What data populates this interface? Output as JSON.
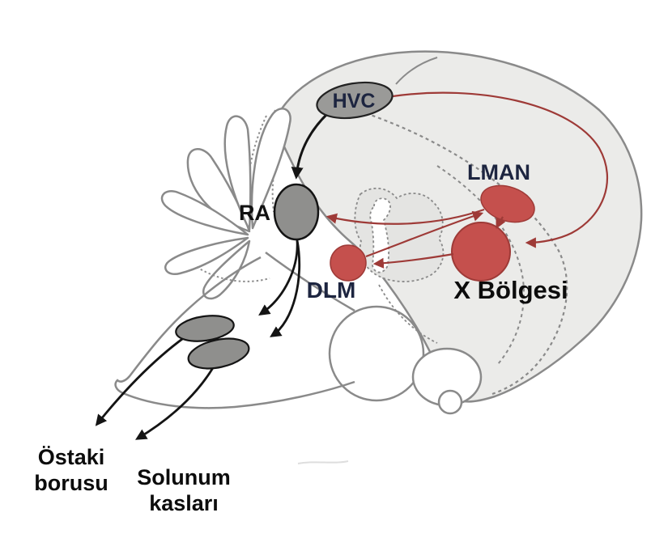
{
  "diagram": {
    "subject": "songbird-brain-song-system",
    "nuclei": [
      {
        "id": "hvc",
        "label": "HVC",
        "group": "motor-pathway",
        "shape": "gray-ellipse"
      },
      {
        "id": "ra",
        "label": "RA",
        "group": "motor-pathway",
        "shape": "gray-ellipse"
      },
      {
        "id": "dlm",
        "label": "DLM",
        "group": "anterior-forebrain-pathway",
        "shape": "red-circle"
      },
      {
        "id": "lman",
        "label": "LMAN",
        "group": "anterior-forebrain-pathway",
        "shape": "red-ellipse"
      },
      {
        "id": "area_x",
        "label": "X Bölgesi",
        "group": "anterior-forebrain-pathway",
        "shape": "red-circle"
      }
    ],
    "peripheral_targets": [
      {
        "id": "ostaki",
        "line1": "Östaki",
        "line2": "borusu"
      },
      {
        "id": "solunum",
        "line1": "Solunum",
        "line2": "kasları"
      }
    ],
    "connections": [
      {
        "from": "HVC",
        "to": "RA",
        "pathway": "motor",
        "color": "#141414"
      },
      {
        "from": "HVC",
        "to": "X Bölgesi",
        "pathway": "anterior-forebrain",
        "color": "#9e3a37"
      },
      {
        "from": "X Bölgesi",
        "to": "DLM",
        "pathway": "anterior-forebrain",
        "color": "#9e3a37"
      },
      {
        "from": "DLM",
        "to": "LMAN",
        "pathway": "anterior-forebrain",
        "color": "#9e3a37"
      },
      {
        "from": "LMAN",
        "to": "RA",
        "pathway": "anterior-forebrain",
        "color": "#9e3a37"
      },
      {
        "from": "LMAN",
        "to": "X Bölgesi",
        "pathway": "anterior-forebrain",
        "color": "#9e3a37"
      },
      {
        "from": "RA",
        "to": "brainstem-nucleus-upper",
        "pathway": "motor",
        "color": "#141414"
      },
      {
        "from": "RA",
        "to": "brainstem-nucleus-lower",
        "pathway": "motor",
        "color": "#141414"
      },
      {
        "from": "brainstem-nucleus-upper",
        "to": "Östaki borusu",
        "pathway": "motor",
        "color": "#141414"
      },
      {
        "from": "brainstem-nucleus-lower",
        "to": "Solunum kasları",
        "pathway": "motor",
        "color": "#141414"
      }
    ],
    "colors": {
      "red_fill": "#c5504d",
      "red_stroke": "#9e3a37",
      "gray_nucleus_fill": "#8f8f8d",
      "hvc_fill": "#9a9a98",
      "black_arrow": "#141414",
      "brain_outline": "#8a8a8a",
      "brain_interior": "#ebebe9",
      "navy_label": "#1d2540",
      "black_label": "#0c0c0c"
    }
  }
}
